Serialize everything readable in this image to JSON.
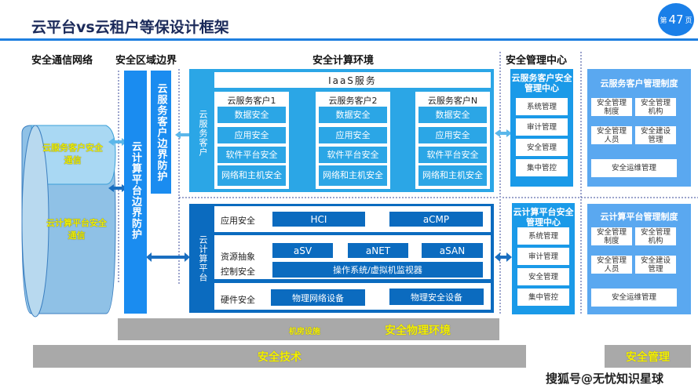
{
  "header": {
    "title": "云平台vs云租户等保设计框架",
    "page_prefix": "第",
    "page_number": "47",
    "page_suffix": "页"
  },
  "columns": [
    "安全通信网络",
    "安全区域边界",
    "安全计算环境",
    "安全管理中心"
  ],
  "network": {
    "top": "云服务客户安全通信",
    "bottom": "云计算平台安全通信"
  },
  "boundary": {
    "platform": "云计算平台边界防护",
    "client": "云服务客户边界防护"
  },
  "client_env": {
    "side_label": "云服务客户",
    "iaas": "IaaS服务",
    "clients": [
      {
        "name": "云服务客户1"
      },
      {
        "name": "云服务客户2"
      },
      {
        "name": "云服务客户N"
      }
    ],
    "items": [
      "数据安全",
      "应用安全",
      "软件平台安全",
      "网络和主机安全"
    ]
  },
  "platform_env": {
    "side_label": "云计算平台",
    "rows": [
      {
        "label": "应用安全",
        "items": [
          "HCI",
          "aCMP"
        ]
      },
      {
        "label": "资源抽象",
        "label2": "控制安全",
        "items": [
          "aSV",
          "aNET",
          "aSAN"
        ],
        "wide": "操作系统/虚拟机监视器"
      },
      {
        "label": "硬件安全",
        "items": [
          "物理网络设备",
          "物理安全设备"
        ]
      }
    ]
  },
  "mgmt": {
    "client_center": "云服务客户安全管理中心",
    "platform_center": "云计算平台安全管理中心",
    "center_items": [
      "系统管理",
      "审计管理",
      "安全管理",
      "集中管控"
    ],
    "client_policy": "云服务客户管理制度",
    "platform_policy": "云计算平台管理制度",
    "policy_items": [
      "安全管理制度",
      "安全管理机构",
      "安全管理人员",
      "安全建设管理"
    ],
    "ops": "安全运维管理"
  },
  "physical": {
    "facility": "机房设施",
    "env": "安全物理环境"
  },
  "footer": {
    "tech": "安全技术",
    "mgmt": "安全管理"
  },
  "watermark": "搜狐号@无忧知识星球"
}
